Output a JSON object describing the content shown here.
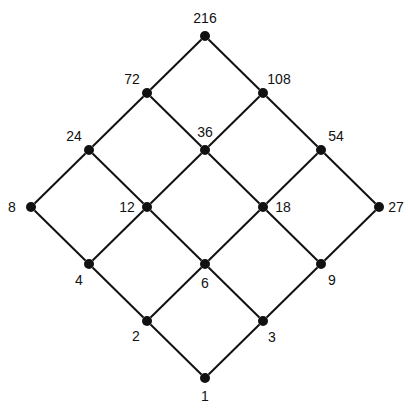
{
  "diagram": {
    "nodes": [
      {
        "text": [
          "216"
        ]
      },
      {
        "text": [
          "72"
        ]
      },
      {
        "text": [
          "108"
        ]
      },
      {
        "text": [
          "24"
        ]
      },
      {
        "text": [
          "36"
        ]
      },
      {
        "text": [
          "54"
        ]
      },
      {
        "text": [
          "8"
        ]
      },
      {
        "text": [
          "12"
        ]
      },
      {
        "text": [
          "18"
        ]
      },
      {
        "text": [
          "27"
        ]
      },
      {
        "text": [
          "4"
        ]
      },
      {
        "text": [
          "6"
        ]
      },
      {
        "text": [
          "9"
        ]
      },
      {
        "text": [
          "2"
        ]
      },
      {
        "text": [
          "3"
        ]
      },
      {
        "text": [
          "1"
        ]
      }
    ],
    "edges": [
      {
        "from": 15,
        "to": 13,
        "arrow": "none"
      },
      {
        "from": 15,
        "to": 14,
        "arrow": "none"
      },
      {
        "from": 13,
        "to": 10,
        "arrow": "none"
      },
      {
        "from": 13,
        "to": 11,
        "arrow": "none"
      },
      {
        "from": 14,
        "to": 11,
        "arrow": "none"
      },
      {
        "from": 14,
        "to": 12,
        "arrow": "none"
      },
      {
        "from": 10,
        "to": 6,
        "arrow": "none"
      },
      {
        "from": 10,
        "to": 7,
        "arrow": "none"
      },
      {
        "from": 11,
        "to": 7,
        "arrow": "none"
      },
      {
        "from": 11,
        "to": 8,
        "arrow": "none"
      },
      {
        "from": 12,
        "to": 8,
        "arrow": "none"
      },
      {
        "from": 12,
        "to": 9,
        "arrow": "none"
      },
      {
        "from": 6,
        "to": 3,
        "arrow": "none"
      },
      {
        "from": 7,
        "to": 3,
        "arrow": "none"
      },
      {
        "from": 7,
        "to": 4,
        "arrow": "none"
      },
      {
        "from": 8,
        "to": 4,
        "arrow": "none"
      },
      {
        "from": 8,
        "to": 5,
        "arrow": "none"
      },
      {
        "from": 9,
        "to": 5,
        "arrow": "none"
      },
      {
        "from": 3,
        "to": 1,
        "arrow": "none"
      },
      {
        "from": 4,
        "to": 1,
        "arrow": "none"
      },
      {
        "from": 4,
        "to": 2,
        "arrow": "none"
      },
      {
        "from": 5,
        "to": 2,
        "arrow": "none"
      },
      {
        "from": 1,
        "to": 0,
        "arrow": "none"
      },
      {
        "from": 2,
        "to": 0,
        "arrow": "none"
      }
    ]
  }
}
